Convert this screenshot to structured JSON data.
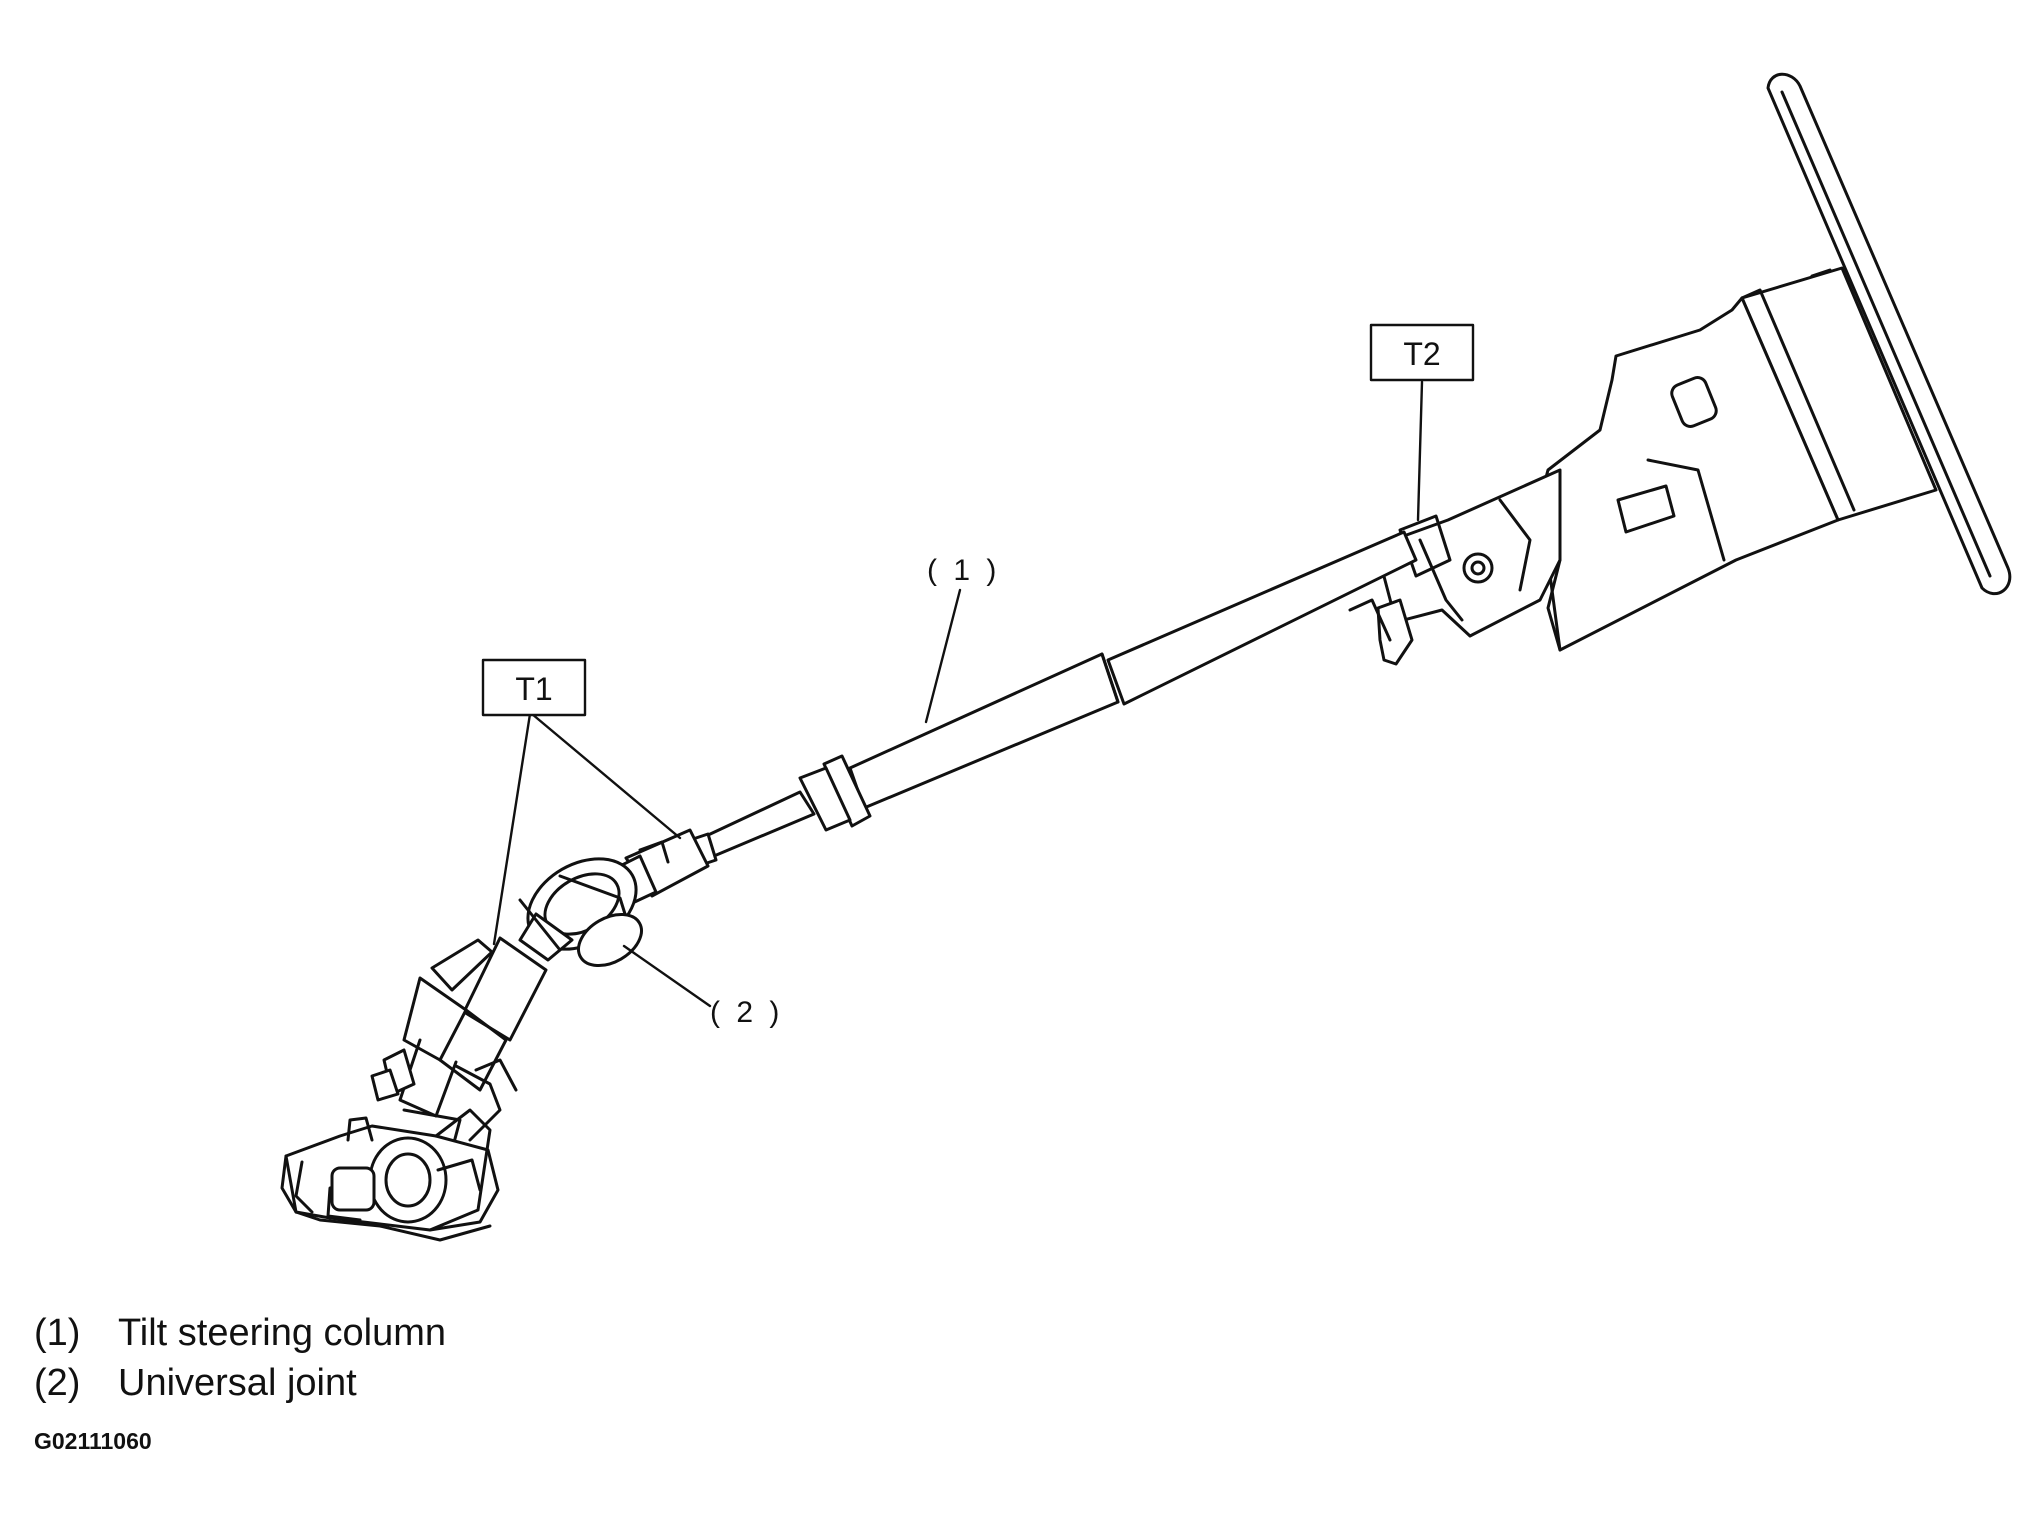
{
  "callouts": {
    "part1": "( 1 )",
    "part2": "( 2 )",
    "torque1": "T1",
    "torque2": "T2"
  },
  "legend": [
    {
      "num": "(1)",
      "text": "Tilt steering column"
    },
    {
      "num": "(2)",
      "text": "Universal joint"
    }
  ],
  "figure_code": "G02111060"
}
